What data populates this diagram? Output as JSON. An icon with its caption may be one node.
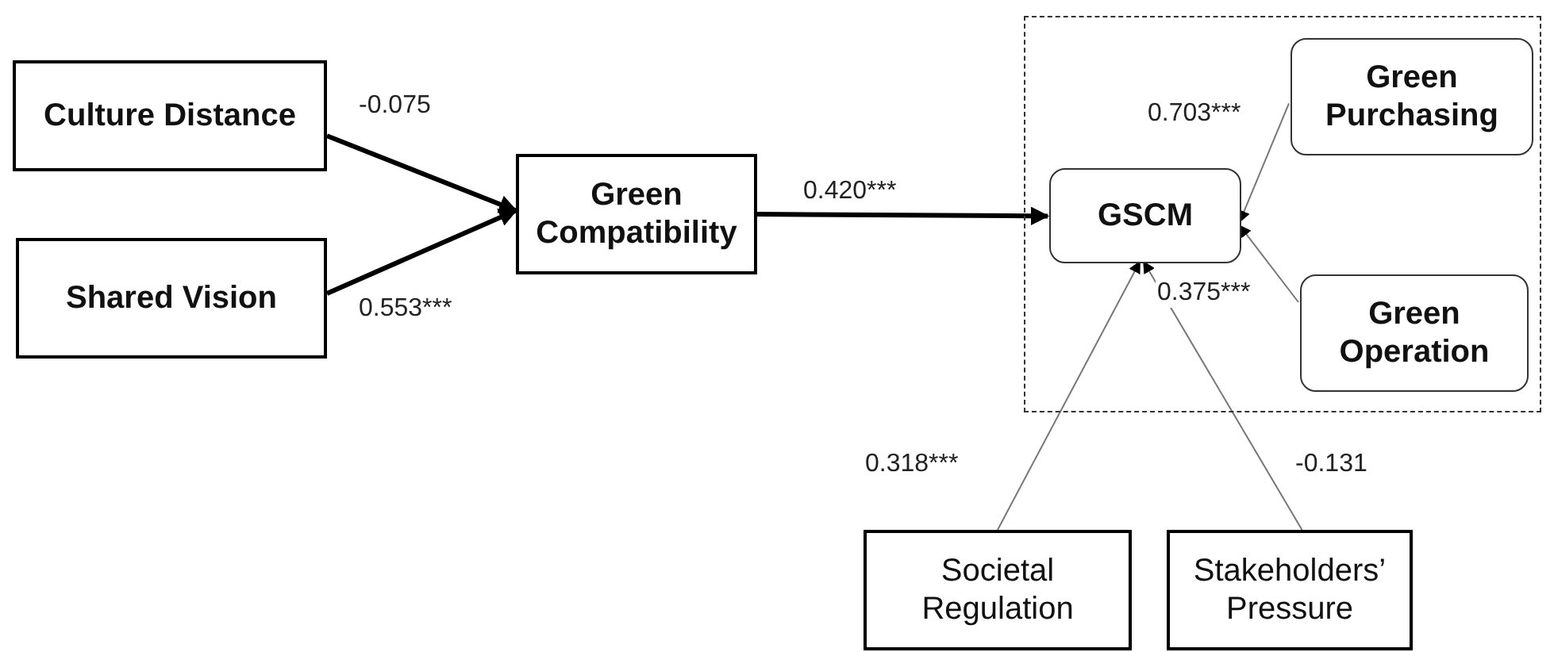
{
  "diagram": {
    "nodes": [
      {
        "text": [
          "Culture Distance"
        ]
      },
      {
        "text": [
          "Shared Vision"
        ]
      },
      {
        "text": [
          "Green Compatibility"
        ]
      },
      {
        "text": [],
        "shape": "box"
      },
      {
        "text": [
          "GSCM"
        ],
        "in": 3
      },
      {
        "text": [
          "Green Purchasing"
        ],
        "in": 3
      },
      {
        "text": [
          "Green Operation"
        ],
        "in": 3
      },
      {
        "text": [
          "Societal Regulation"
        ]
      },
      {
        "text": [
          "Stakeholders’ Pressure"
        ]
      }
    ],
    "edges": [
      {
        "from": 0,
        "to": 2,
        "arrow": "to",
        "label": "-0.075",
        "style": "thick",
        "color": "#000000"
      },
      {
        "from": 1,
        "to": 2,
        "arrow": "to",
        "label": "0.553***",
        "style": "thick",
        "color": "#000000"
      },
      {
        "from": 2,
        "to": 4,
        "arrow": "to",
        "label": "0.420***",
        "style": "thick",
        "color": "#000000"
      },
      {
        "from": 5,
        "to": 4,
        "arrow": "to",
        "label": "0.703***"
      },
      {
        "from": 6,
        "to": 4,
        "arrow": "to",
        "label": "0.375***"
      },
      {
        "from": 7,
        "to": 4,
        "arrow": "to",
        "label": "0.318***"
      },
      {
        "from": 8,
        "to": 4,
        "arrow": "to",
        "label": "-0.131"
      }
    ]
  }
}
